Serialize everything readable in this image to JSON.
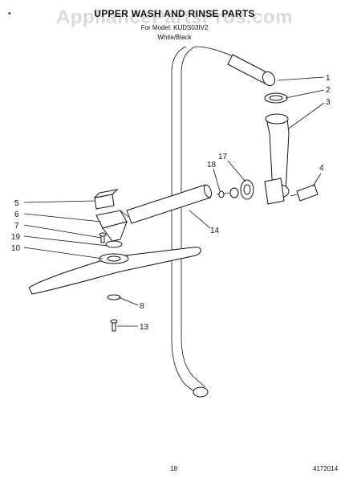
{
  "header": {
    "watermark": "AppliancePartsPros.com",
    "title": "UPPER WASH AND RINSE PARTS",
    "model_line": "For Model: KUDS03IV2",
    "color_line": "White/Black",
    "corner_mark": "•"
  },
  "callouts": [
    {
      "id": "1",
      "label": "1"
    },
    {
      "id": "2",
      "label": "2"
    },
    {
      "id": "3",
      "label": "3"
    },
    {
      "id": "4",
      "label": "4"
    },
    {
      "id": "5",
      "label": "5"
    },
    {
      "id": "6",
      "label": "6"
    },
    {
      "id": "7",
      "label": "7"
    },
    {
      "id": "8",
      "label": "8"
    },
    {
      "id": "10",
      "label": "10"
    },
    {
      "id": "13",
      "label": "13"
    },
    {
      "id": "14",
      "label": "14"
    },
    {
      "id": "17",
      "label": "17"
    },
    {
      "id": "18",
      "label": "18"
    },
    {
      "id": "19",
      "label": "19"
    }
  ],
  "footer": {
    "page_number": "18",
    "ref_code": "4172014"
  }
}
